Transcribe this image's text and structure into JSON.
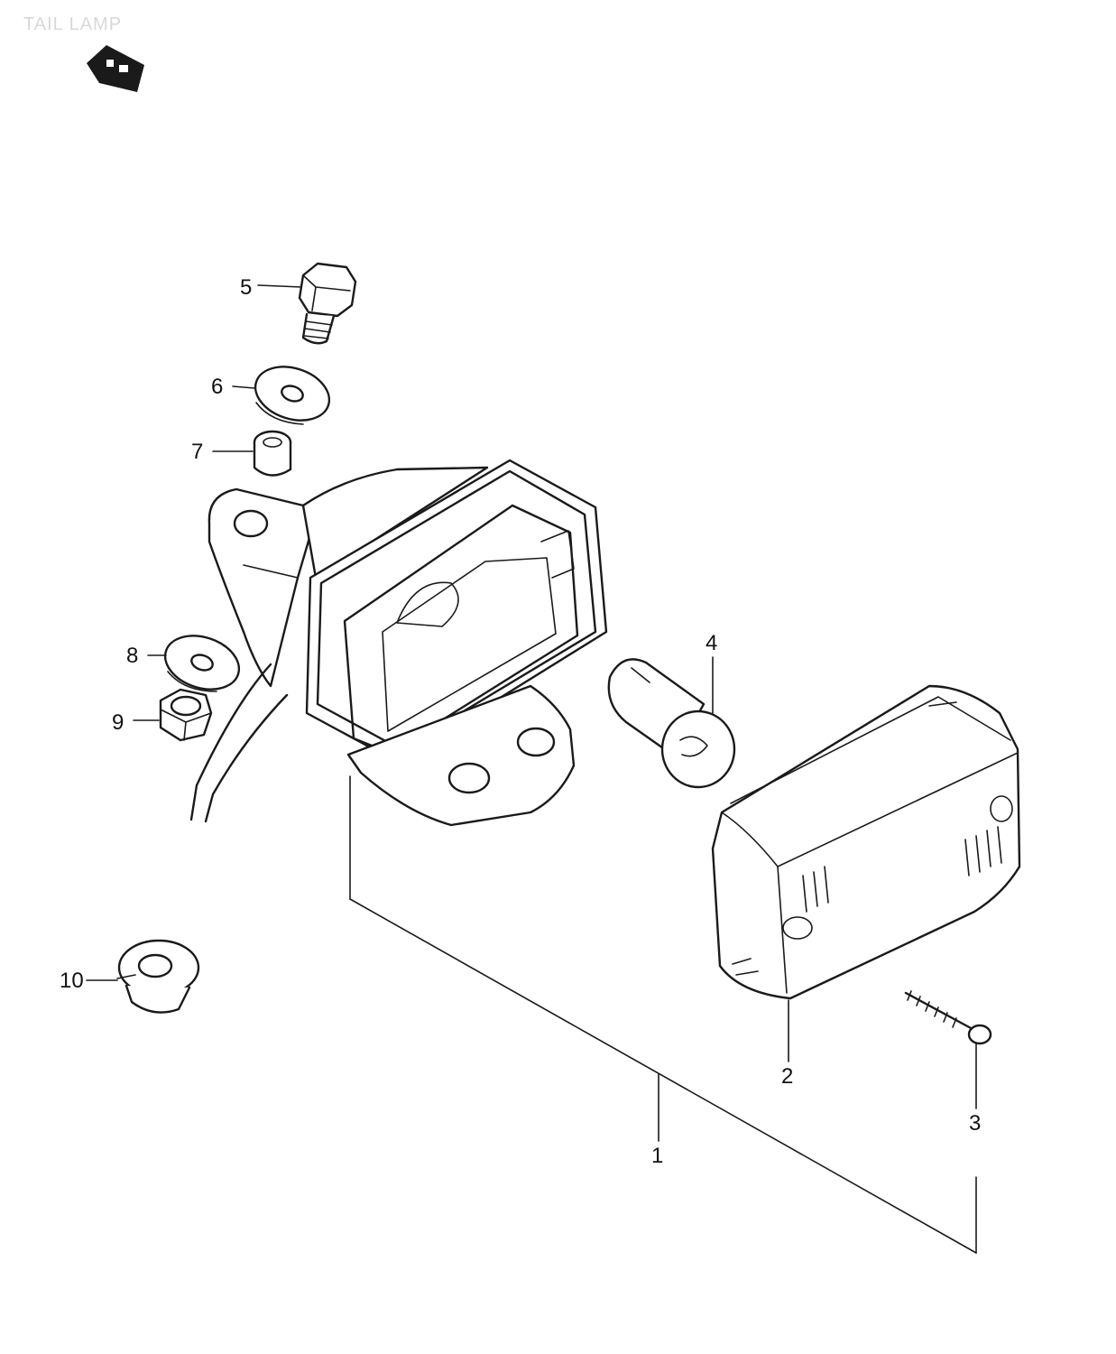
{
  "title": "TAIL LAMP",
  "callouts": [
    {
      "id": "1",
      "label": "1",
      "part": "tail-lamp-assembly"
    },
    {
      "id": "2",
      "label": "2",
      "part": "lens"
    },
    {
      "id": "3",
      "label": "3",
      "part": "lens-screw"
    },
    {
      "id": "4",
      "label": "4",
      "part": "bulb"
    },
    {
      "id": "5",
      "label": "5",
      "part": "bolt"
    },
    {
      "id": "6",
      "label": "6",
      "part": "washer"
    },
    {
      "id": "7",
      "label": "7",
      "part": "spacer"
    },
    {
      "id": "8",
      "label": "8",
      "part": "washer"
    },
    {
      "id": "9",
      "label": "9",
      "part": "nut"
    },
    {
      "id": "10",
      "label": "10",
      "part": "grommet"
    }
  ],
  "colors": {
    "ink": "#1a1a1a",
    "paper": "#ffffff",
    "title": "#d8d8d8"
  },
  "icons": {
    "corner_marker": "badge-arrow-icon"
  }
}
